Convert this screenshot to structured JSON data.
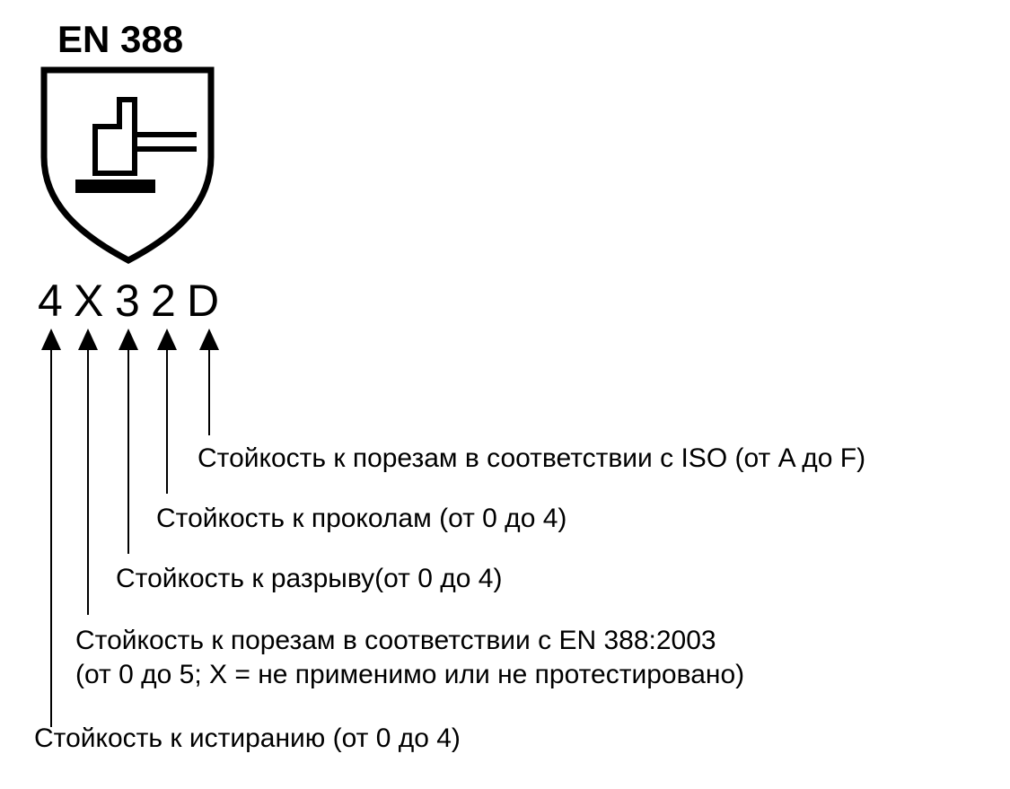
{
  "title": "EN 388",
  "code": [
    "4",
    "X",
    "3",
    "2",
    "D"
  ],
  "labels": {
    "iso_cut": "Стойкость к порезам в соответствии с ISO (от A до F)",
    "puncture": "Стойкость к проколам (от 0 до 4)",
    "tear": "Стойкость к разрыву(от 0 до 4)",
    "cut_line1": "Стойкость к порезам в соответствии с EN 388:2003",
    "cut_line2": "(от 0 до 5; X = не применимо или не протестировано)",
    "abrasion": "Стойкость к истиранию (от 0 до 4)"
  },
  "icon": "hammer-on-hand-shield-icon"
}
